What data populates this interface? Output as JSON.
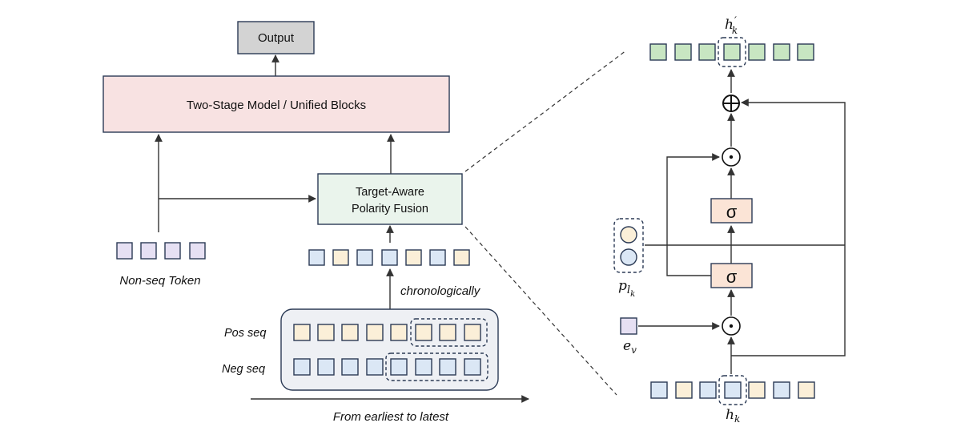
{
  "left": {
    "output_label": "Output",
    "model_label": "Two-Stage Model / Unified Blocks",
    "fusion_label_line1": "Target-Aware",
    "fusion_label_line2": "Polarity Fusion",
    "nonseq_label": "Non-seq Token",
    "chrono_label": "chronologically",
    "pos_label": "Pos seq",
    "neg_label": "Neg seq",
    "timeline_label": "From earliest to latest"
  },
  "right": {
    "hk_prime_label": "h",
    "hk_prime_prime": "′",
    "hk_prime_sub": "k",
    "hk_label": "h",
    "hk_sub": "k",
    "p_label": "p",
    "p_sub": "l",
    "p_subsub": "k",
    "ev_label": "e",
    "ev_sub": "v",
    "sigma_top": "σ",
    "sigma_bottom": "σ",
    "plus_symbol": "⊕",
    "dot_top": "⊙",
    "dot_bottom": "⊙"
  },
  "colors": {
    "output_fill": "#d3d3d3",
    "model_fill": "#f8e2e2",
    "fusion_fill": "#eaf4ec",
    "purple_token": "#e6e0f3",
    "blue_token": "#dbe7f5",
    "yellow_token": "#fbefd8",
    "green_token": "#c8e6c2",
    "sigma_fill": "#fbe4d6",
    "seq_panel_fill": "#eef0f4"
  }
}
